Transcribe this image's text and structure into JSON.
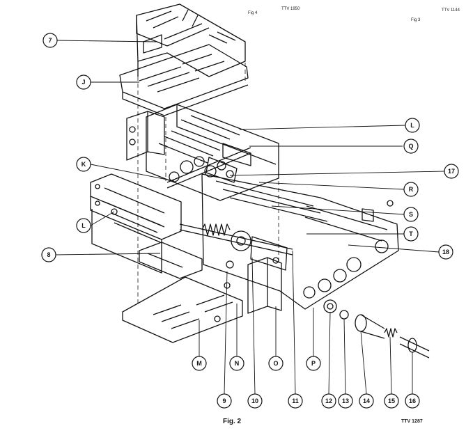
{
  "header": {
    "fig_small": "Fig 4",
    "code_center": "TTV 1950",
    "code_right": "TTV 1144",
    "fig_right": "Fig 3"
  },
  "footer": {
    "caption": "Fig. 2",
    "ref_code": "TTV 1287"
  },
  "callouts": {
    "c7": "7",
    "cJ": "J",
    "cL1": "L",
    "cQ": "Q",
    "cK": "K",
    "c17": "17",
    "cR": "R",
    "cS": "S",
    "cL2": "L",
    "cT": "T",
    "c8": "8",
    "c18": "18",
    "cM": "M",
    "cN": "N",
    "cO": "O",
    "cP": "P",
    "c9": "9",
    "c10": "10",
    "c11": "11",
    "c12": "12",
    "c13": "13",
    "c14": "14",
    "c15": "15",
    "c16": "16"
  },
  "colors": {
    "ink": "#111111",
    "paper": "#ffffff"
  }
}
